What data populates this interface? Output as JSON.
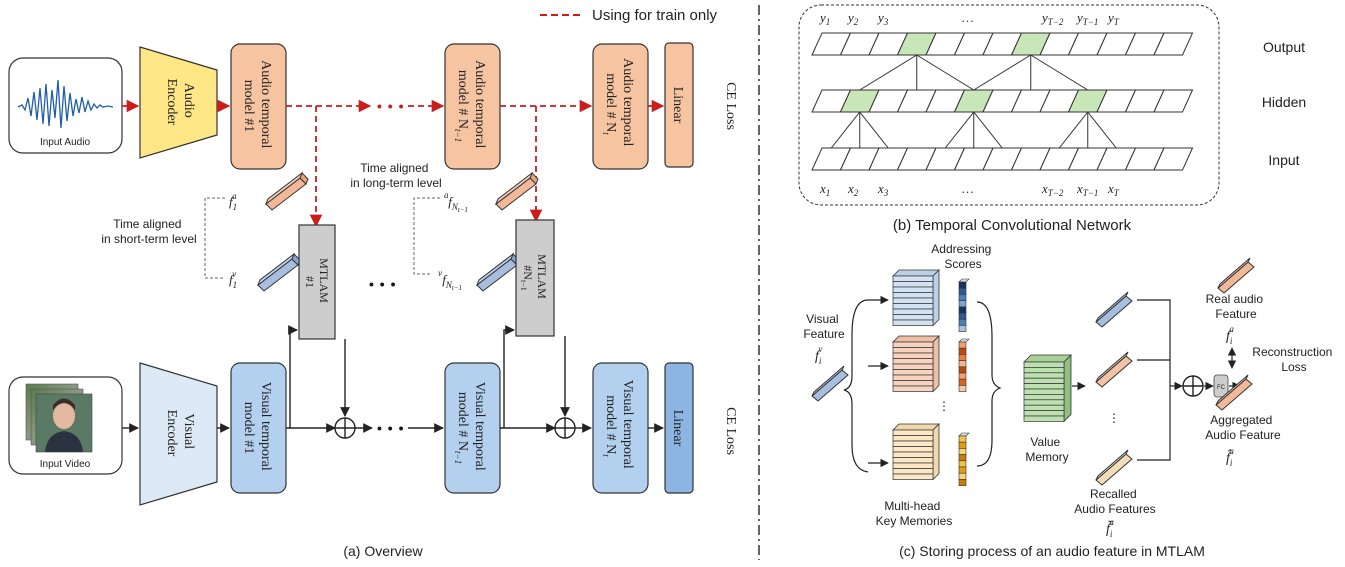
{
  "legend": {
    "label": "Using for train only"
  },
  "overview": {
    "caption": "(a) Overview",
    "input_audio": "Input Audio",
    "input_video": "Input Video",
    "audio_encoder": [
      "Audio",
      "Encoder"
    ],
    "visual_encoder": [
      "Visual",
      "Encoder"
    ],
    "audio_model_1": [
      "Audio temporal",
      "model #1"
    ],
    "audio_model_n1": [
      "Audio temporal",
      "model # N",
      "t−1"
    ],
    "audio_model_n": [
      "Audio temporal",
      "model # N",
      "t"
    ],
    "visual_model_1": [
      "Visual temporal",
      "model #1"
    ],
    "visual_model_n1": [
      "Visual temporal",
      "model # N",
      "t−1"
    ],
    "visual_model_n": [
      "Visual temporal",
      "model # N",
      "t"
    ],
    "linear": "Linear",
    "ce_loss": "CE Loss",
    "mtlam_1": [
      "MTLAM",
      "#1"
    ],
    "mtlam_n1": [
      "MTLAM",
      "#N",
      "t−1"
    ],
    "short_term": [
      "Time aligned",
      "in short-term level"
    ],
    "long_term": [
      "Time aligned",
      "in long-term level"
    ],
    "f1a": {
      "base": "f",
      "sub": "1",
      "sup": "a"
    },
    "f1v": {
      "base": "f",
      "sub": "1",
      "sup": "v"
    },
    "fna": {
      "base": "f",
      "sub": "N",
      "subsub": "t−1",
      "sup": "a"
    },
    "fnv": {
      "base": "f",
      "sub": "N",
      "subsub": "t−1",
      "sup": "v"
    },
    "dots": "• • •"
  },
  "tcn": {
    "caption": "(b) Temporal Convolutional Network",
    "output": "Output",
    "hidden": "Hidden",
    "input": "Input",
    "y_labels": [
      "y1",
      "y2",
      "y3",
      "…",
      "yT−2",
      "yT−1",
      "yT"
    ],
    "x_labels": [
      "x1",
      "x2",
      "x3",
      "…",
      "xT−2",
      "xT−1",
      "xT"
    ]
  },
  "storing": {
    "caption": "(c) Storing process of an audio feature in MTLAM",
    "addressing": [
      "Addressing",
      "Scores"
    ],
    "visual_feature": [
      "Visual",
      "Feature"
    ],
    "fiv": {
      "base": "f",
      "sub": "i",
      "sup": "v"
    },
    "key_memories": [
      "Multi-head",
      "Key Memories"
    ],
    "value_memory": [
      "Value",
      "Memory"
    ],
    "recalled": [
      "Recalled",
      "Audio Features"
    ],
    "recalled_sym": {
      "base": "f̃",
      "sub": "i",
      "sup": "a"
    },
    "real_audio": [
      "Real audio",
      "Feature"
    ],
    "fia": {
      "base": "f",
      "sub": "i",
      "sup": "a"
    },
    "reconstruction": [
      "Reconstruction",
      "Loss"
    ],
    "aggregated": [
      "Aggregated",
      "Audio Feature"
    ],
    "agg_sym": {
      "base": "f̂",
      "sub": "i",
      "sup": "a"
    },
    "fc": "FC"
  }
}
